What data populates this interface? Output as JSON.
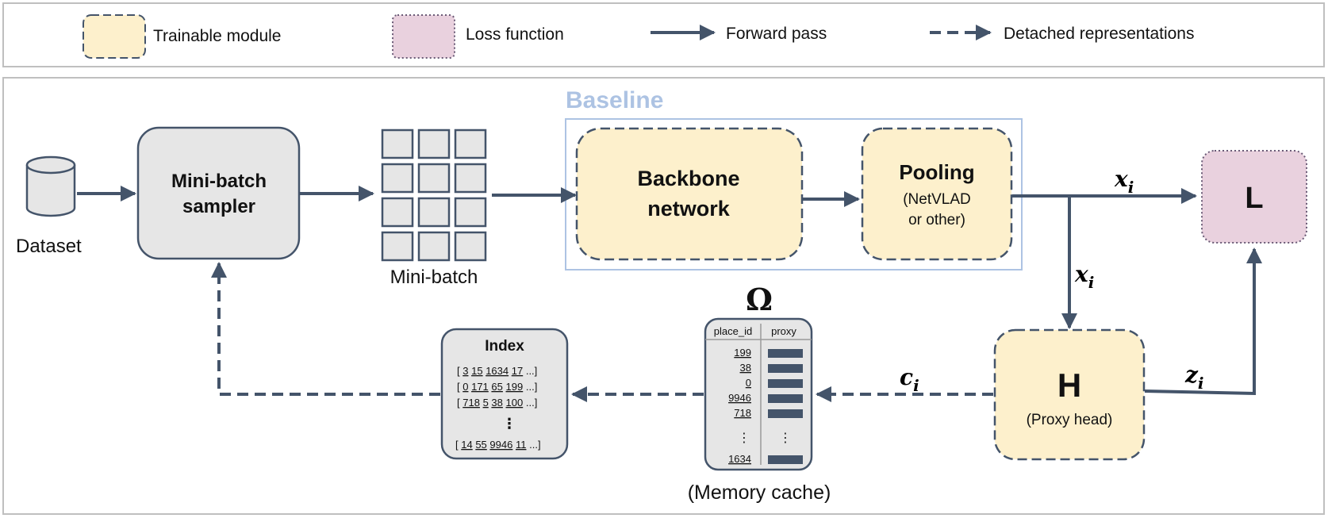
{
  "legend": {
    "trainable_module": "Trainable module",
    "loss_function": "Loss function",
    "forward_pass": "Forward pass",
    "detached_representations": "Detached representations"
  },
  "baseline_label": "Baseline",
  "dataset_label": "Dataset",
  "sampler": {
    "line1": "Mini-batch",
    "line2": "sampler"
  },
  "minibatch_label": "Mini-batch",
  "backbone": {
    "line1": "Backbone",
    "line2": "network"
  },
  "pooling": {
    "title": "Pooling",
    "sub1": "(NetVLAD",
    "sub2": "or other)"
  },
  "loss_symbol": "L",
  "head": {
    "symbol": "H",
    "sub": "(Proxy head)"
  },
  "labels": {
    "x_base": "x",
    "x_sub": "i",
    "z_base": "z",
    "z_sub": "i",
    "c_base": "c",
    "c_sub": "i"
  },
  "memory": {
    "symbol": "Ω",
    "caption": "(Memory cache)",
    "col_place": "place_id",
    "col_proxy": "proxy",
    "ids": [
      "199",
      "38",
      "0",
      "9946",
      "718"
    ],
    "dots": "⋮",
    "last_id": "1634"
  },
  "index": {
    "title": "Index",
    "rows": [
      [
        "3",
        "15",
        "1634",
        "17"
      ],
      [
        "0",
        "171",
        "65",
        "199"
      ],
      [
        "718",
        "5",
        "38",
        "100"
      ]
    ],
    "last_row": [
      "14",
      "55",
      "9946",
      "11"
    ],
    "ellipsis": "...",
    "dots": "⋮"
  },
  "colors": {
    "arrow": "#44546a",
    "trainable_fill": "#fdf0cc",
    "loss_fill": "#e9d1de",
    "gray_fill": "#e6e6e6",
    "baseline_blue": "#adc3e3",
    "frame": "#bfbfbf"
  }
}
